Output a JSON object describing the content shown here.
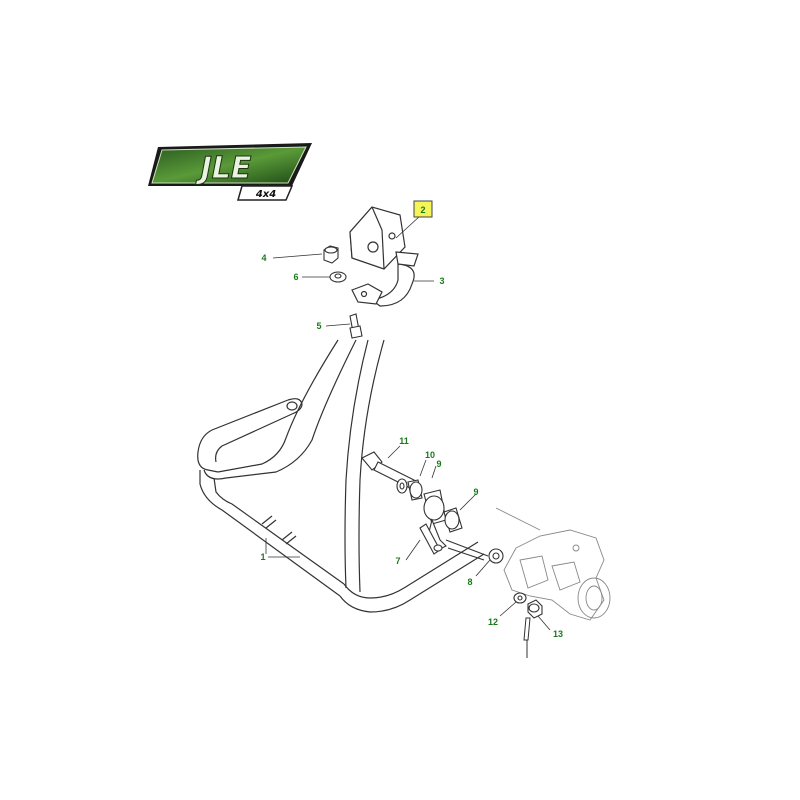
{
  "logo": {
    "brand": "JLE",
    "subtitle": "4x4",
    "colors": {
      "green_dark": "#1e4a17",
      "green_mid": "#4a8a30",
      "frame": "#2a2a2a"
    }
  },
  "colors": {
    "line": "#333333",
    "callout_text": "#1a7a1a",
    "highlight_fill": "#f5f55a",
    "highlight_border": "#444444"
  },
  "callouts": [
    {
      "id": "c1",
      "label": "1"
    },
    {
      "id": "c2",
      "label": "2",
      "highlighted": true
    },
    {
      "id": "c3",
      "label": "3"
    },
    {
      "id": "c4",
      "label": "4"
    },
    {
      "id": "c5",
      "label": "5"
    },
    {
      "id": "c6",
      "label": "6"
    },
    {
      "id": "c7",
      "label": "7"
    },
    {
      "id": "c8",
      "label": "8"
    },
    {
      "id": "c9a",
      "label": "9"
    },
    {
      "id": "c9b",
      "label": "9"
    },
    {
      "id": "c10",
      "label": "10"
    },
    {
      "id": "c11",
      "label": "11"
    },
    {
      "id": "c12",
      "label": "12"
    },
    {
      "id": "c13",
      "label": "13"
    }
  ]
}
